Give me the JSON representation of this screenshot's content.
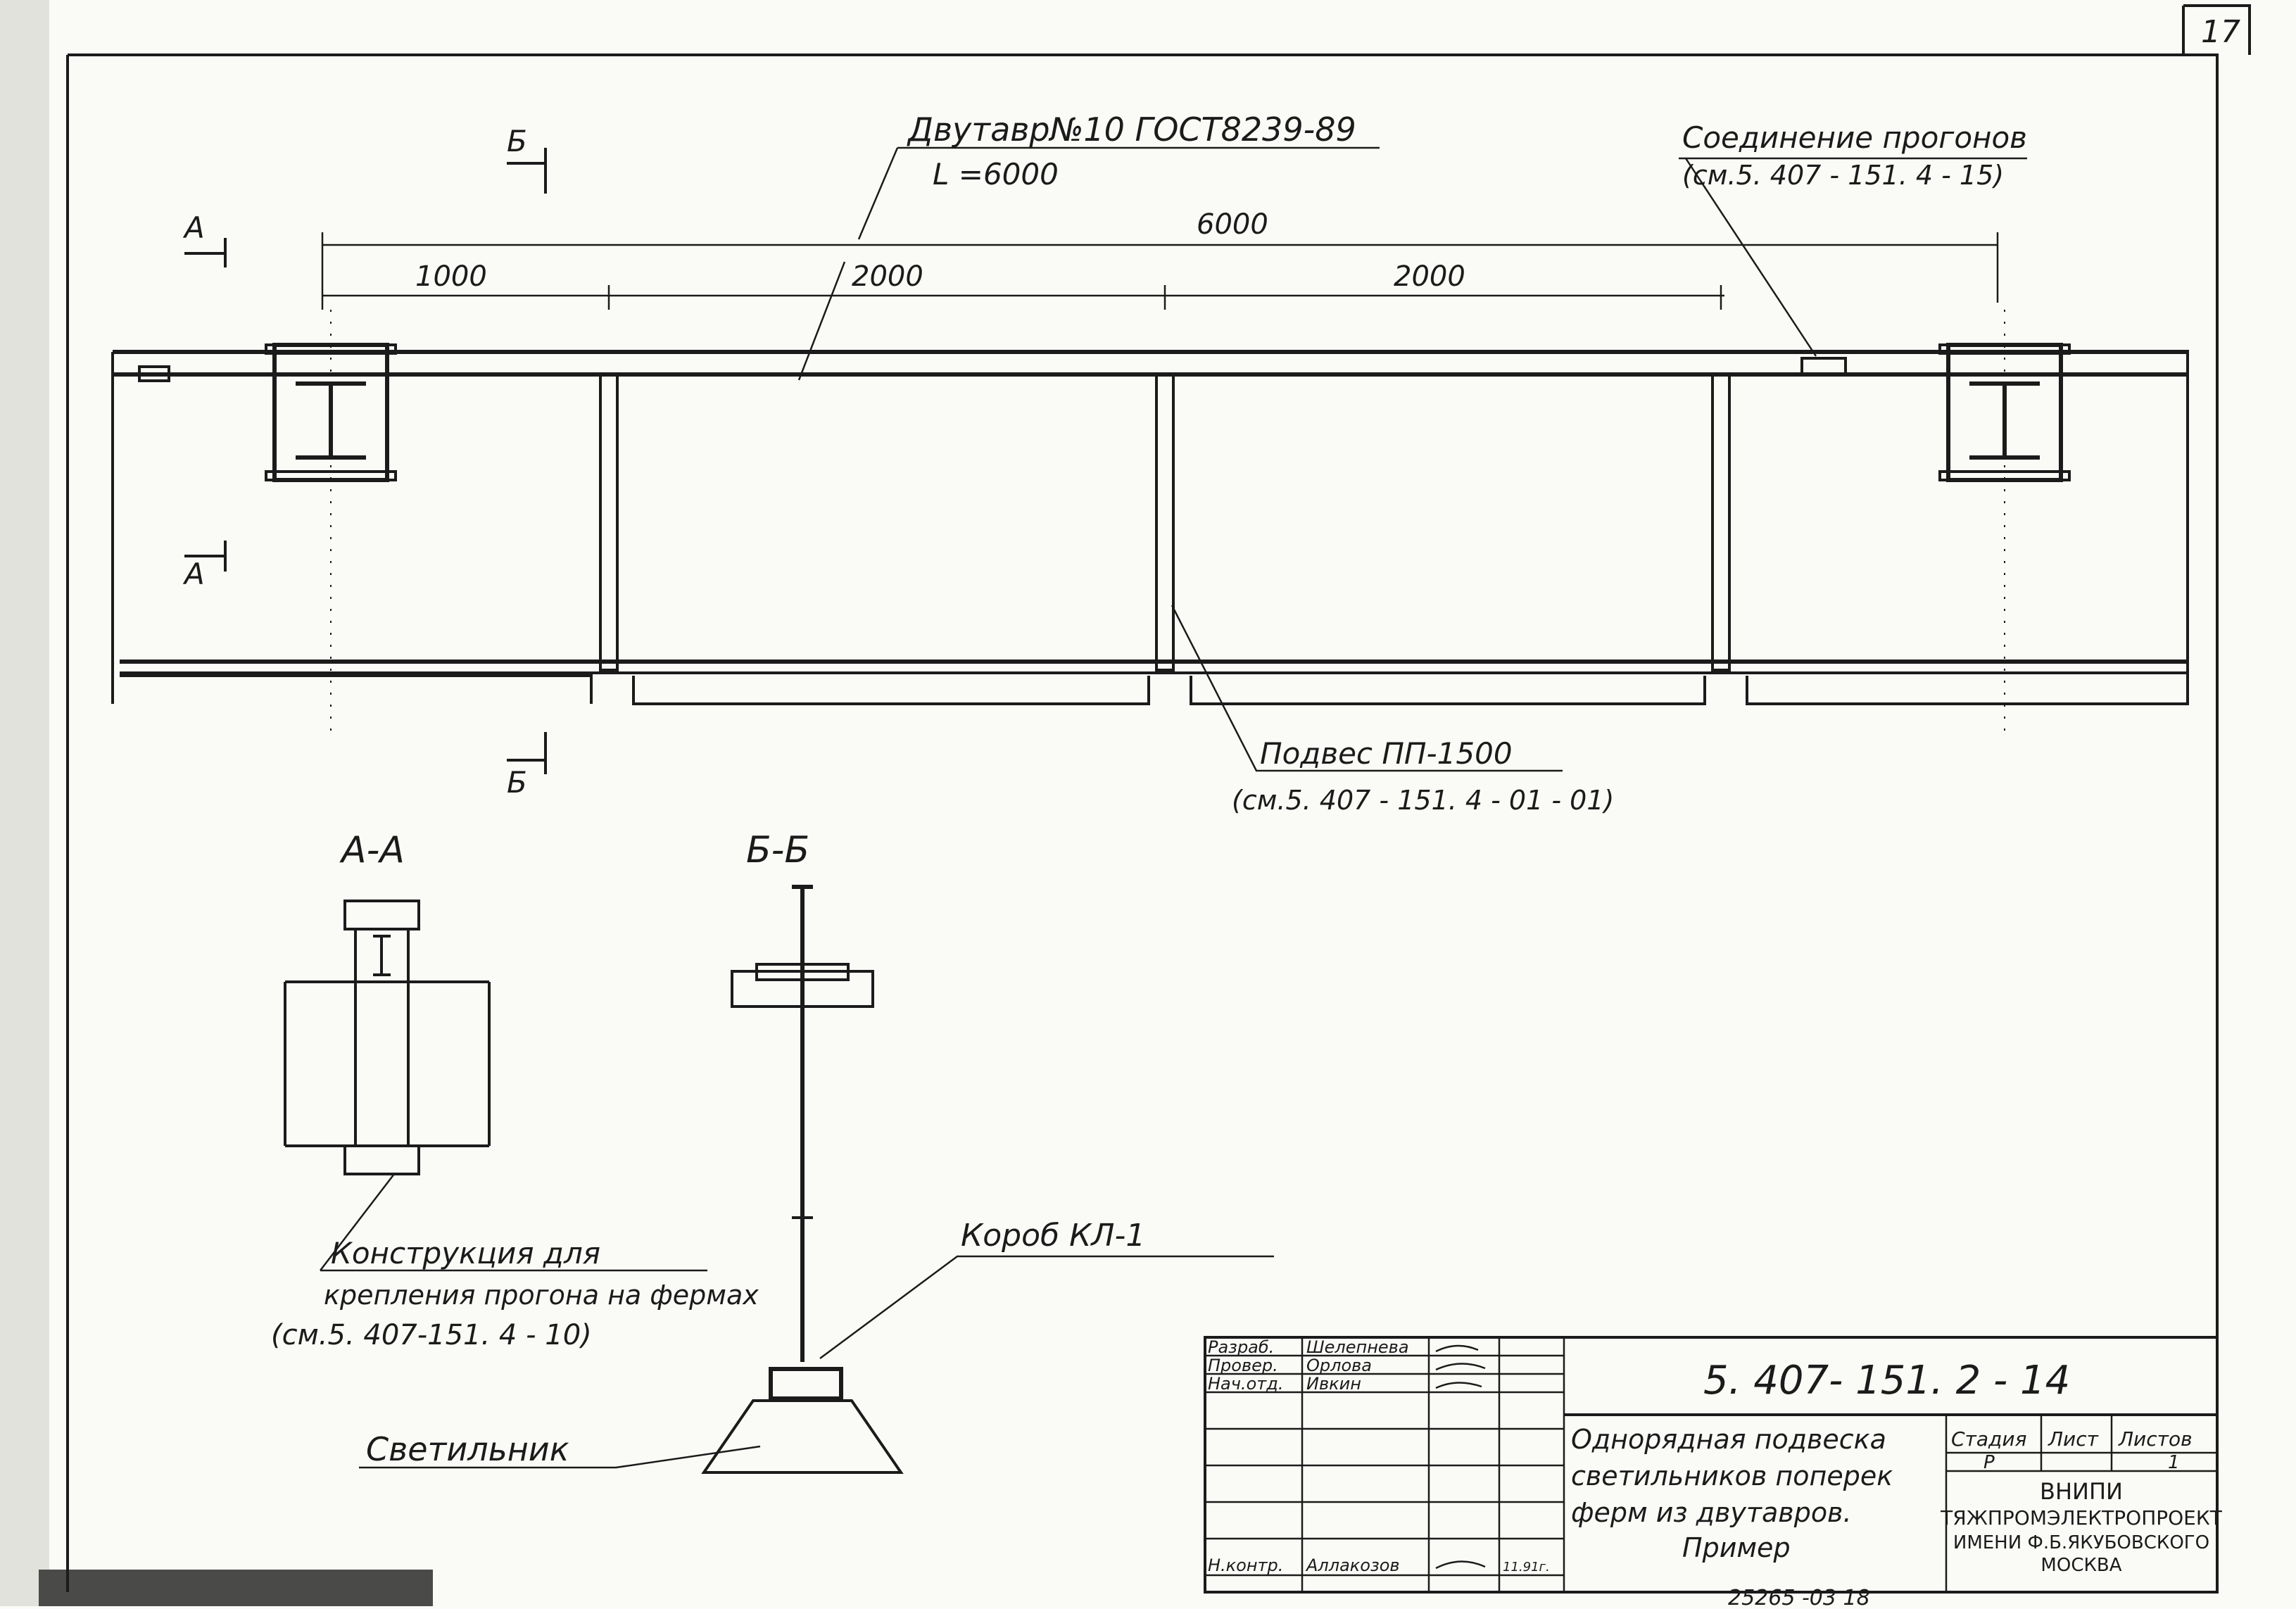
{
  "sheet": {
    "page_number": "17",
    "beam_label": "Двутавр№10 ГОСТ8239-89",
    "beam_length": "L =6000",
    "connection_label": "Соединение прогонов",
    "connection_ref": "(см.5. 407 - 151. 4 - 15)",
    "dim_total": "6000",
    "dim_left": "1000",
    "dim_mid1": "2000",
    "dim_mid2": "2000",
    "mark_a_top": "А",
    "mark_a_bottom": "А",
    "mark_b_top": "Б",
    "mark_b_bottom": "Б",
    "hanger_label": "Подвес ПП-1500",
    "hanger_ref": "(см.5. 407 - 151. 4 - 01 - 01)",
    "section_aa": "А-А",
    "section_bb": "Б-Б",
    "construction_label_1": "Конструкция для",
    "construction_label_2": "крепления прогона на фермах",
    "construction_ref": "(см.5. 407-151. 4 - 10)",
    "box_label": "Короб КЛ-1",
    "luminaire_label": "Светильник",
    "copy_number": "25265 -03  18"
  },
  "title_block": {
    "roles": [
      "Разраб.",
      "Провер.",
      "Нач.отд.",
      "",
      "",
      "",
      "Н.контр."
    ],
    "names": [
      "Шелепнева",
      "Орлова",
      "Ивкин",
      "",
      "",
      "",
      "Аллакозов"
    ],
    "dates": [
      "",
      "",
      "",
      "",
      "",
      "",
      "11.91г."
    ],
    "drawing_code": "5. 407- 151. 2 - 14",
    "title_lines": [
      "Однорядная подвеска",
      "светильников поперек",
      "ферм из двутавров.",
      "Пример"
    ],
    "stage_header": "Стадия",
    "sheet_header": "Лист",
    "sheets_header": "Листов",
    "stage_value": "Р",
    "sheet_value": "",
    "sheets_value": "1",
    "org_lines": [
      "ВНИПИ",
      "ТЯЖПРОМЭЛЕКТРОПРОЕКТ",
      "ИМЕНИ Ф.Б.ЯКУБОВСКОГО",
      "МОСКВА"
    ]
  }
}
